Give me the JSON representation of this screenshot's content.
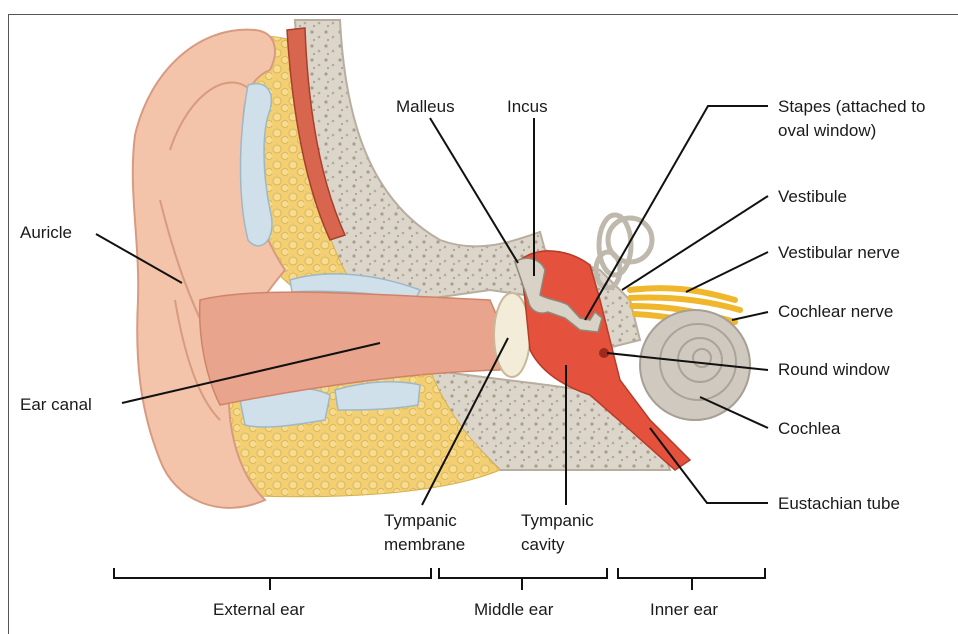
{
  "labels": {
    "malleus": "Malleus",
    "incus": "Incus",
    "stapes_line1": "Stapes (attached to",
    "stapes_line2": "oval window)",
    "vestibule": "Vestibule",
    "vestibular_nerve": "Vestibular nerve",
    "cochlear_nerve": "Cochlear nerve",
    "round_window": "Round window",
    "cochlea": "Cochlea",
    "eustachian_tube": "Eustachian tube",
    "auricle": "Auricle",
    "ear_canal": "Ear canal",
    "tympanic_membrane_line1": "Tympanic",
    "tympanic_membrane_line2": "membrane",
    "tympanic_cavity_line1": "Tympanic",
    "tympanic_cavity_line2": "cavity"
  },
  "regions": {
    "external_ear": "External ear",
    "middle_ear": "Middle ear",
    "inner_ear": "Inner ear"
  },
  "colors": {
    "skin": "#f3c4aa",
    "canal": "#e8a48c",
    "bone": "#d9d2c6",
    "fat": "#f2d27a",
    "cartilage": "#cfe0ea",
    "muscle": "#d8664e",
    "cavity": "#e4513c",
    "nerve": "#f0b72c",
    "cochlea": "#cfc9c0"
  }
}
